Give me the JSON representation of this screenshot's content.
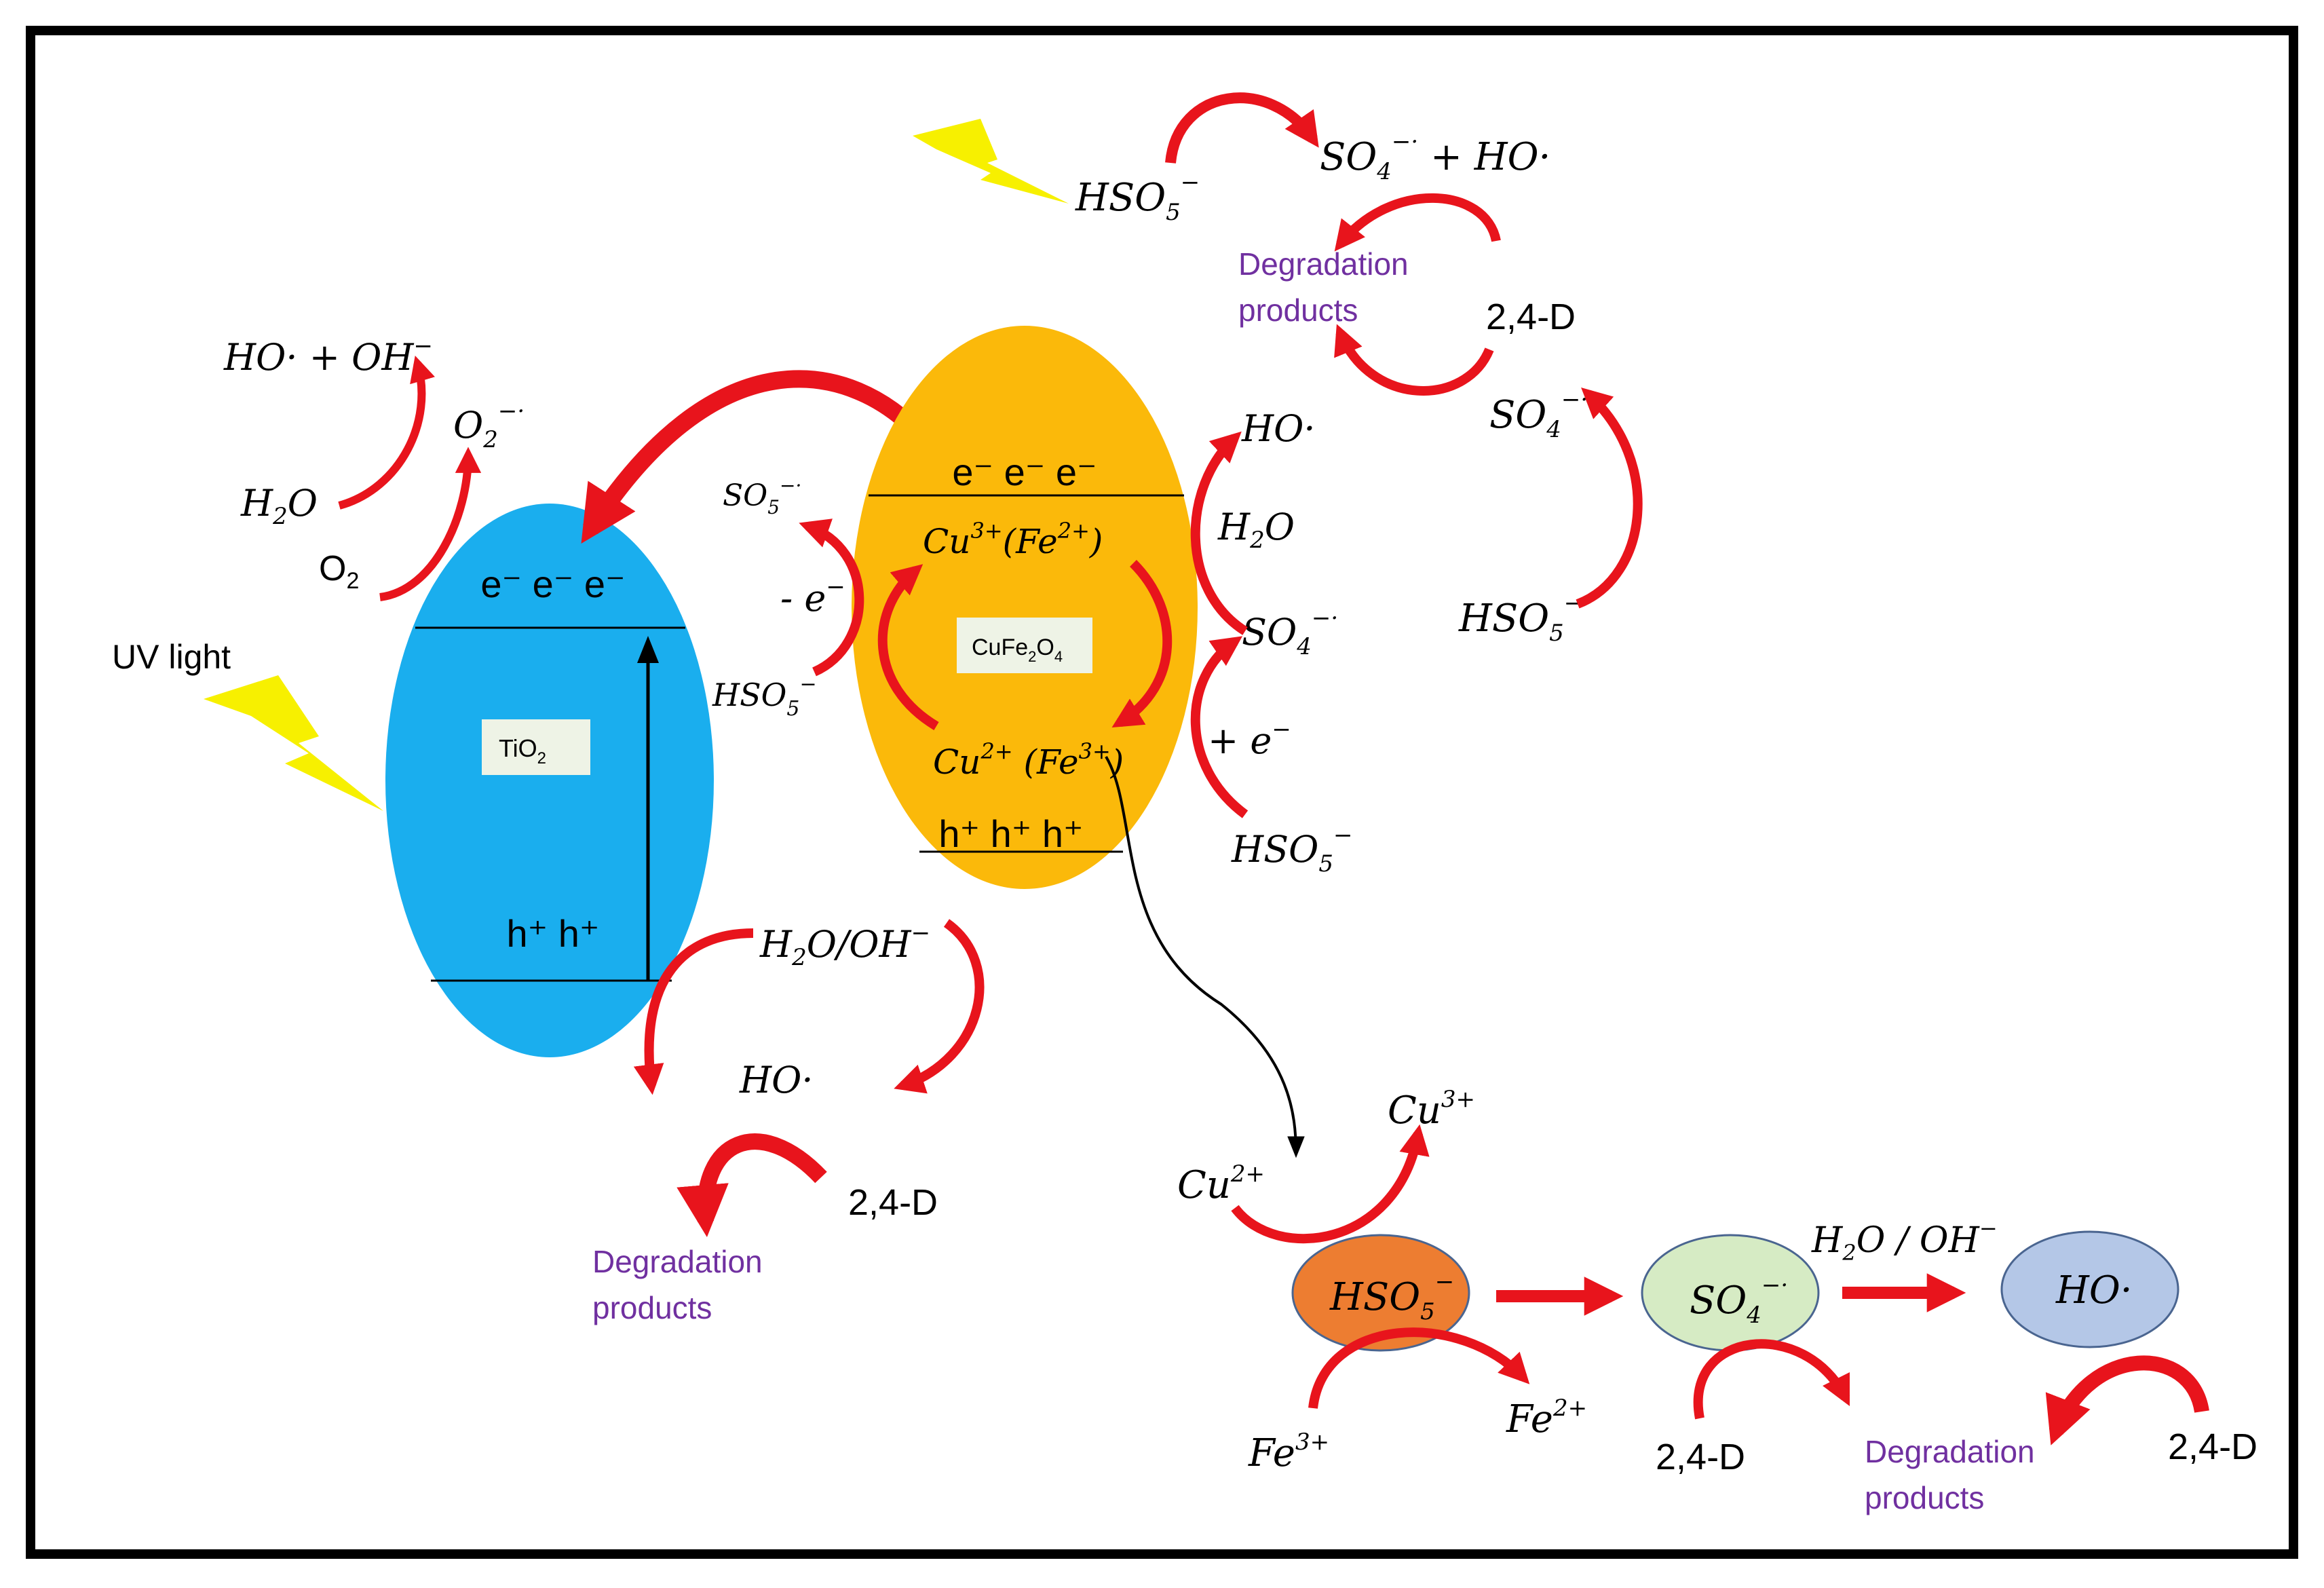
{
  "colors": {
    "tio2": "#1aaeee",
    "cufe2o4": "#fbb90a",
    "arrow_red": "#e8141c",
    "lightning": "#f7f000",
    "label_box": "#eef3e6",
    "hso5_node": "#ed7d31",
    "so4_node": "#d6ebc4",
    "ho_node": "#b4c7e7",
    "degradation_text": "#7030a0"
  },
  "tio2_panel": {
    "label": "TiO",
    "label_sub": "2",
    "electrons": "e⁻ e⁻ e⁻",
    "holes": "h⁺ h⁺",
    "uv_light": "UV light",
    "o2": "O",
    "o2_sub": "2",
    "h2o": "H",
    "h2o_sub": "2",
    "h2o_tail": "O",
    "superoxide": "O",
    "superoxide_sub": "2",
    "superoxide_sup": "−·",
    "ho_plus_oh": "HO· + OH",
    "ho_plus_oh_sup": "−",
    "h2o_oh": "H",
    "h2o_oh_sub": "2",
    "h2o_oh_tail": "O/OH",
    "h2o_oh_sup": "−",
    "ho_radical": "HO·",
    "target": "2,4-D",
    "degradation_line1": "Degradation",
    "degradation_line2": "products"
  },
  "cufe2o4_panel": {
    "label": "CuFe",
    "label_sub1": "2",
    "label_mid": "O",
    "label_sub2": "4",
    "electrons": "e⁻ e⁻ e⁻",
    "holes": "h⁺ h⁺ h⁺",
    "cu3_fe2": "Cu",
    "cu3_sup": "3+",
    "cu3_paren": "(Fe",
    "fe2_sup": "2+",
    "cu2_fe3": "Cu",
    "cu2_sup": "2+",
    "cu2_paren": " (Fe",
    "fe3_sup": "3+",
    "so5": "SO",
    "so5_sub": "5",
    "so5_sup": "−·",
    "minus_e": "- e",
    "minus_e_sup": "−",
    "hso5_left": "HSO",
    "hso5_left_sub": "5",
    "hso5_left_sup": "−",
    "ho_right": "HO·",
    "h2o_right": "H",
    "h2o_right_sub": "2",
    "h2o_right_tail": "O",
    "so4_right": "SO",
    "so4_right_sub": "4",
    "so4_right_sup": "−·",
    "plus_e": "+ e",
    "plus_e_sup": "−",
    "hso5_right": "HSO",
    "hso5_right_sub": "5",
    "hso5_right_sup": "−"
  },
  "uv_persulfate_panel": {
    "hso5": "HSO",
    "hso5_sub": "5",
    "hso5_sup": "−",
    "so4_ho": "SO",
    "so4_ho_sub": "4",
    "so4_ho_sup": "−·",
    "so4_ho_tail": " + HO·",
    "degradation_line1": "Degradation",
    "degradation_line2": "products",
    "target": "2,4-D",
    "so4": "SO",
    "so4_sub": "4",
    "so4_sup": "−·",
    "hso5_bottom": "HSO",
    "hso5_bottom_sub": "5",
    "hso5_bottom_sup": "−"
  },
  "chain_panel": {
    "cu2": "Cu",
    "cu2_sup": "2+",
    "cu3": "Cu",
    "cu3_sup": "3+",
    "hso5_node": "HSO",
    "hso5_node_sub": "5",
    "hso5_node_sup": "−",
    "so4_node": "SO",
    "so4_node_sub": "4",
    "so4_node_sup": "−·",
    "ho_node": "HO·",
    "h2o_oh": "H",
    "h2o_oh_sub": "2",
    "h2o_oh_tail": "O / OH",
    "h2o_oh_sup": "−",
    "fe3": "Fe",
    "fe3_sup": "3+",
    "fe2": "Fe",
    "fe2_sup": "2+",
    "target_1": "2,4-D",
    "target_2": "2,4-D",
    "degradation_line1": "Degradation",
    "degradation_line2": "products"
  }
}
